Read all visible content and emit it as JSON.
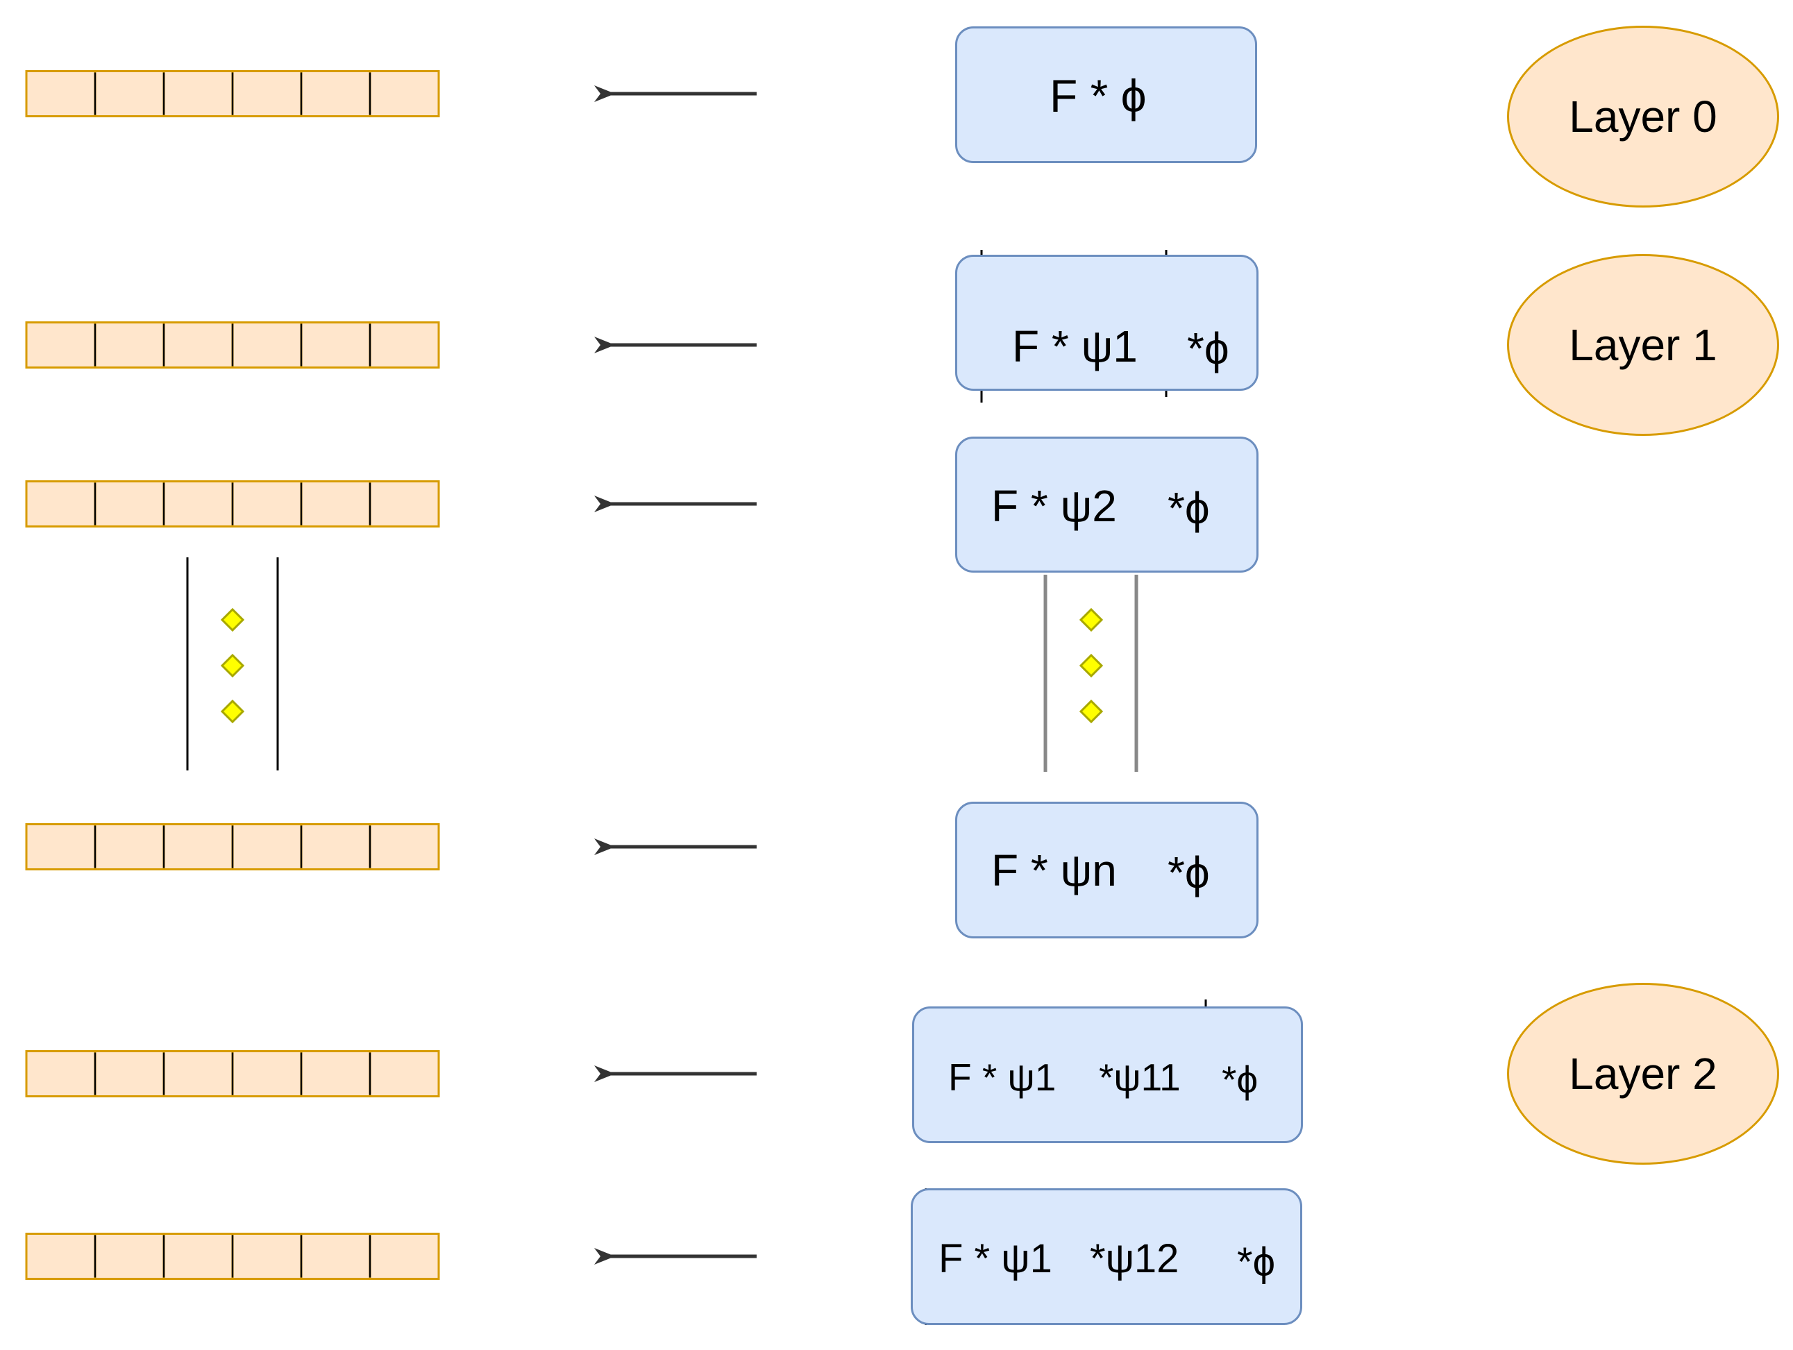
{
  "colors": {
    "array_fill": "#ffe6cc",
    "array_stroke": "#d79b00",
    "box_fill": "#dae8fc",
    "box_stroke": "#6c8ebf",
    "ellipse_fill": "#ffe6cc",
    "ellipse_stroke": "#d79b00",
    "diamond_fill": "#ffff00",
    "diamond_stroke": "#a8a800",
    "arrow": "#333333"
  },
  "layers": [
    {
      "label": "Layer 0"
    },
    {
      "label": "Layer 1"
    },
    {
      "label": "Layer 2"
    }
  ],
  "rows": [
    {
      "cells": 6,
      "parts": [
        "F * ϕ"
      ]
    },
    {
      "cells": 6,
      "parts": [
        "F * ψ1",
        "*ϕ"
      ]
    },
    {
      "cells": 6,
      "parts": [
        "F * ψ2",
        "*ϕ"
      ]
    },
    {
      "cells": 6,
      "parts": [
        "F * ψn",
        "*ϕ"
      ]
    },
    {
      "cells": 6,
      "parts": [
        "F * ψ1",
        "*ψ11",
        "*ϕ"
      ]
    },
    {
      "cells": 6,
      "parts": [
        "F * ψ1",
        "*ψ12",
        "*ϕ"
      ]
    }
  ],
  "ellipsis_icons": [
    "diamond-icon",
    "diamond-icon",
    "diamond-icon"
  ]
}
